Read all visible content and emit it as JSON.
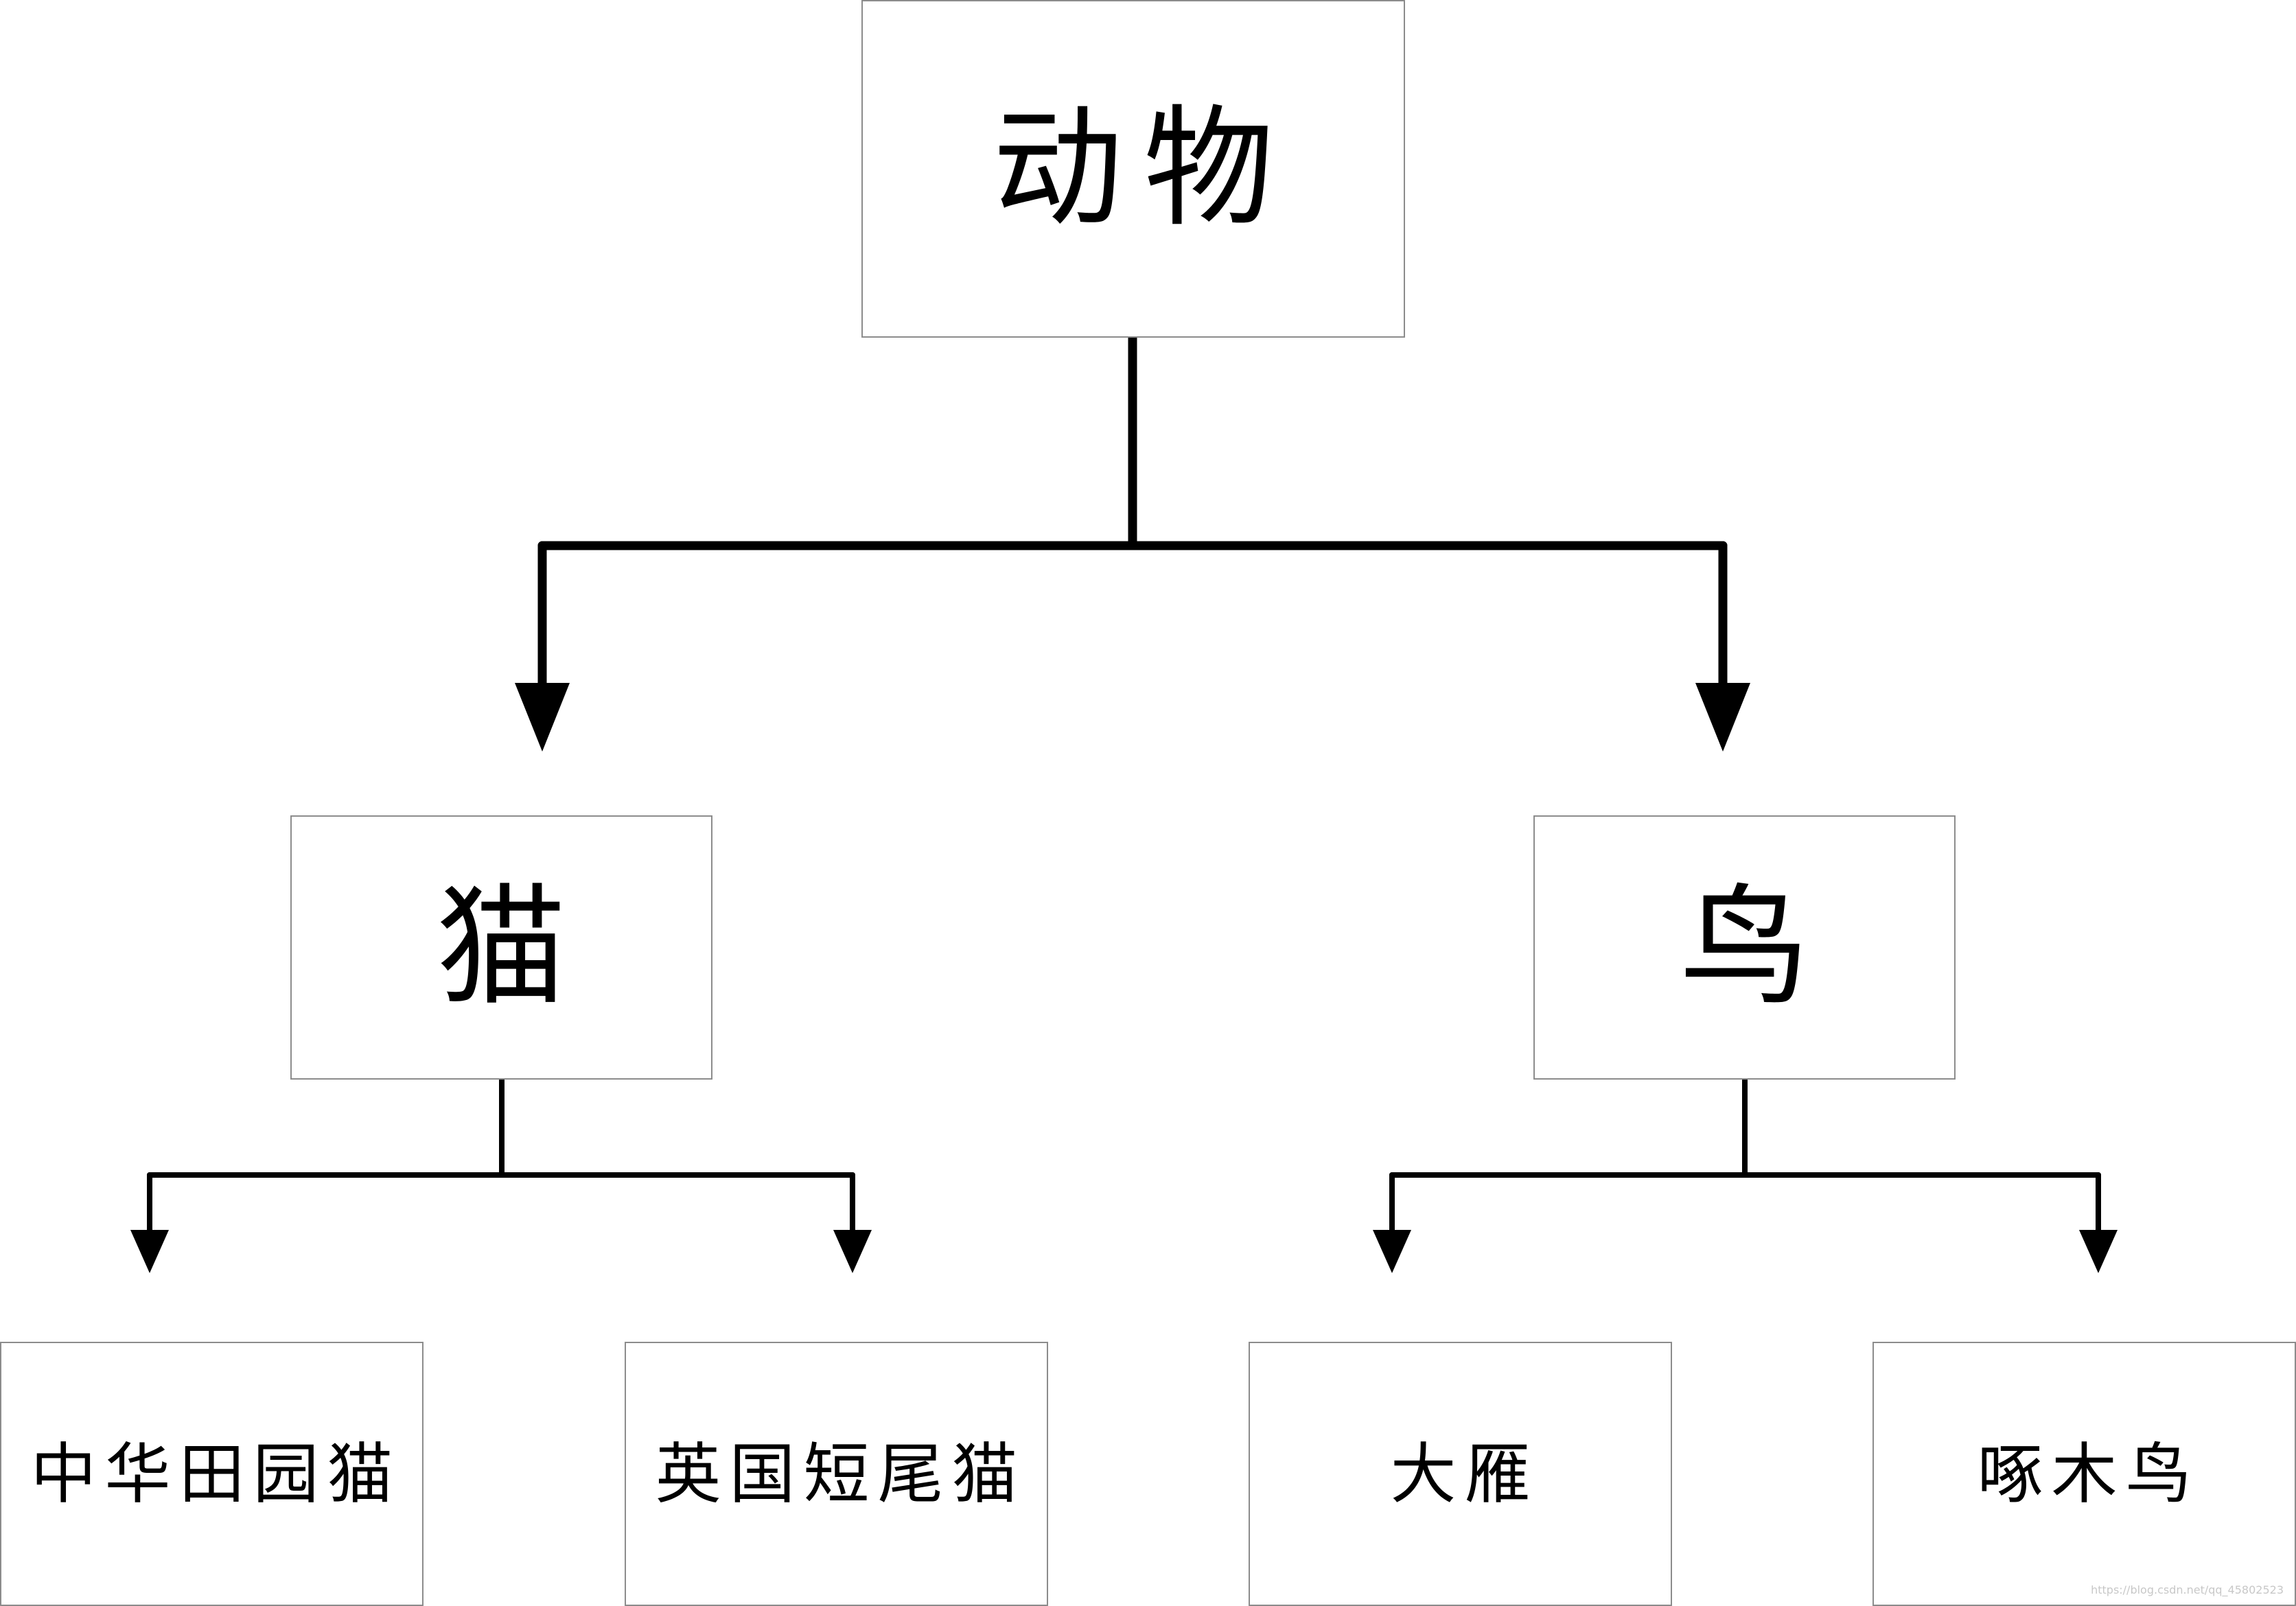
{
  "diagram": {
    "root": {
      "label": "动物"
    },
    "categories": [
      {
        "label": "猫",
        "children": [
          {
            "label": "中华田园猫"
          },
          {
            "label": "英国短尾猫"
          }
        ]
      },
      {
        "label": "鸟",
        "children": [
          {
            "label": "大雁"
          },
          {
            "label": "啄木鸟"
          }
        ]
      }
    ]
  },
  "watermark": "https://blog.csdn.net/qq_45802523",
  "colors": {
    "line": "#000000",
    "box_border": "#8c8c8c",
    "text": "#000000"
  }
}
